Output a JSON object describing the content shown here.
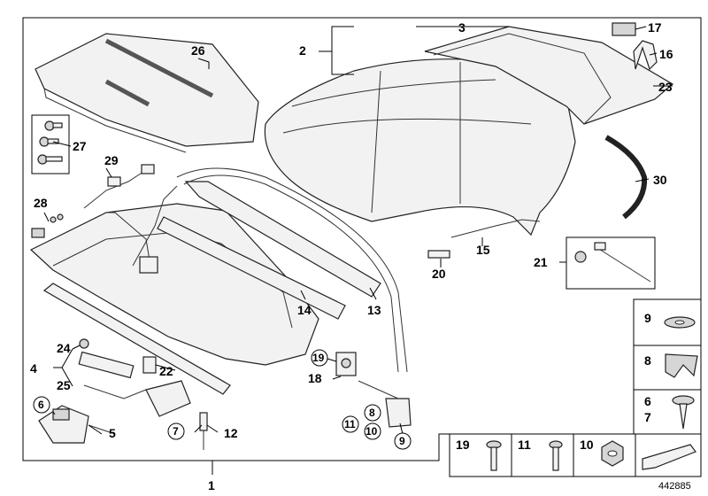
{
  "callouts": {
    "c1": "1",
    "c2": "2",
    "c3": "3",
    "c4": "4",
    "c5": "5",
    "c6": "6",
    "c7": "7",
    "c8": "8",
    "c9": "9",
    "c10": "10",
    "c11": "11",
    "c12": "12",
    "c13": "13",
    "c14": "14",
    "c15": "15",
    "c16": "16",
    "c17": "17",
    "c18": "18",
    "c19": "19",
    "c20": "20",
    "c21": "21",
    "c22": "22",
    "c23": "23",
    "c24": "24",
    "c25": "25",
    "c26": "26",
    "c27": "27",
    "c28": "28",
    "c29": "29",
    "c30": "30"
  },
  "side_panel": {
    "p9": "9",
    "p8": "8",
    "p6": "6",
    "p7": "7"
  },
  "bottom_panel": {
    "b19": "19",
    "b11": "11",
    "b10": "10"
  },
  "figure_number": "442885"
}
